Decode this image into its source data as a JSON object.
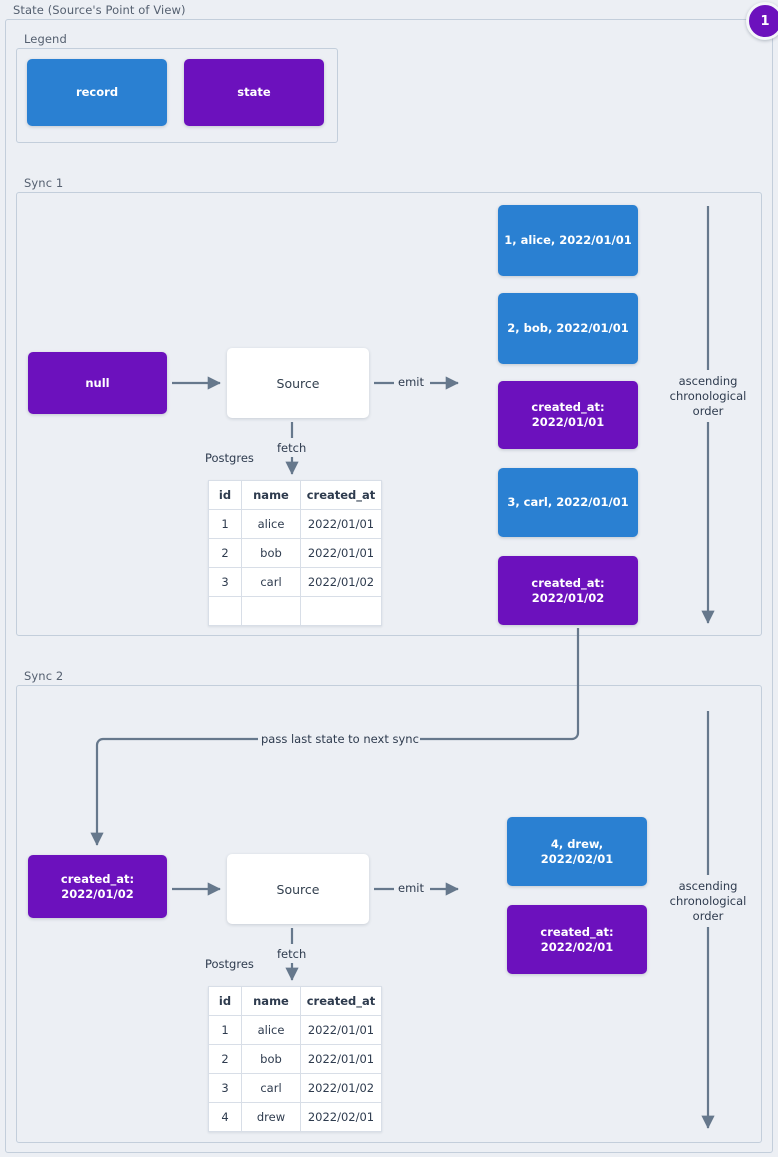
{
  "page": {
    "title": "State (Source's Point of View)",
    "background": "#eceff4",
    "colors": {
      "record": "#2a80d2",
      "state": "#6c11bd",
      "frame": "#c3cedb",
      "wire": "#66788c",
      "text": "#2e3b4e"
    }
  },
  "step_badge": {
    "number": "1"
  },
  "legend": {
    "title": "Legend",
    "items": [
      {
        "label": "record",
        "kind": "record"
      },
      {
        "label": "state",
        "kind": "state"
      }
    ]
  },
  "syncs": [
    {
      "title": "Sync 1",
      "state_in": {
        "label": "null",
        "kind": "state"
      },
      "source": {
        "label": "Source"
      },
      "fetch_label": "fetch",
      "db_label": "Postgres",
      "emit_label": "emit",
      "order_label": "ascending\nchronological\norder",
      "table": {
        "columns": [
          "id",
          "name",
          "created_at"
        ],
        "rows": [
          [
            "1",
            "alice",
            "2022/01/01"
          ],
          [
            "2",
            "bob",
            "2022/01/01"
          ],
          [
            "3",
            "carl",
            "2022/01/02"
          ],
          [
            "",
            "",
            ""
          ]
        ]
      },
      "emitted": [
        {
          "kind": "record",
          "label": "1, alice, 2022/01/01"
        },
        {
          "kind": "record",
          "label": "2, bob, 2022/01/01"
        },
        {
          "kind": "state",
          "label": "created_at:\n2022/01/01"
        },
        {
          "kind": "record",
          "label": "3, carl, 2022/01/01"
        },
        {
          "kind": "state",
          "label": "created_at:\n2022/01/02"
        }
      ]
    },
    {
      "title": "Sync 2",
      "state_in": {
        "label": "created_at:\n2022/01/02",
        "kind": "state"
      },
      "source": {
        "label": "Source"
      },
      "fetch_label": "fetch",
      "db_label": "Postgres",
      "emit_label": "emit",
      "order_label": "ascending\nchronological\norder",
      "table": {
        "columns": [
          "id",
          "name",
          "created_at"
        ],
        "rows": [
          [
            "1",
            "alice",
            "2022/01/01"
          ],
          [
            "2",
            "bob",
            "2022/01/01"
          ],
          [
            "3",
            "carl",
            "2022/01/02"
          ],
          [
            "4",
            "drew",
            "2022/02/01"
          ]
        ]
      },
      "emitted": [
        {
          "kind": "record",
          "label": "4, drew, 2022/02/01"
        },
        {
          "kind": "state",
          "label": "created_at:\n2022/02/01"
        }
      ]
    }
  ],
  "pass_state_label": "pass last state to next sync"
}
